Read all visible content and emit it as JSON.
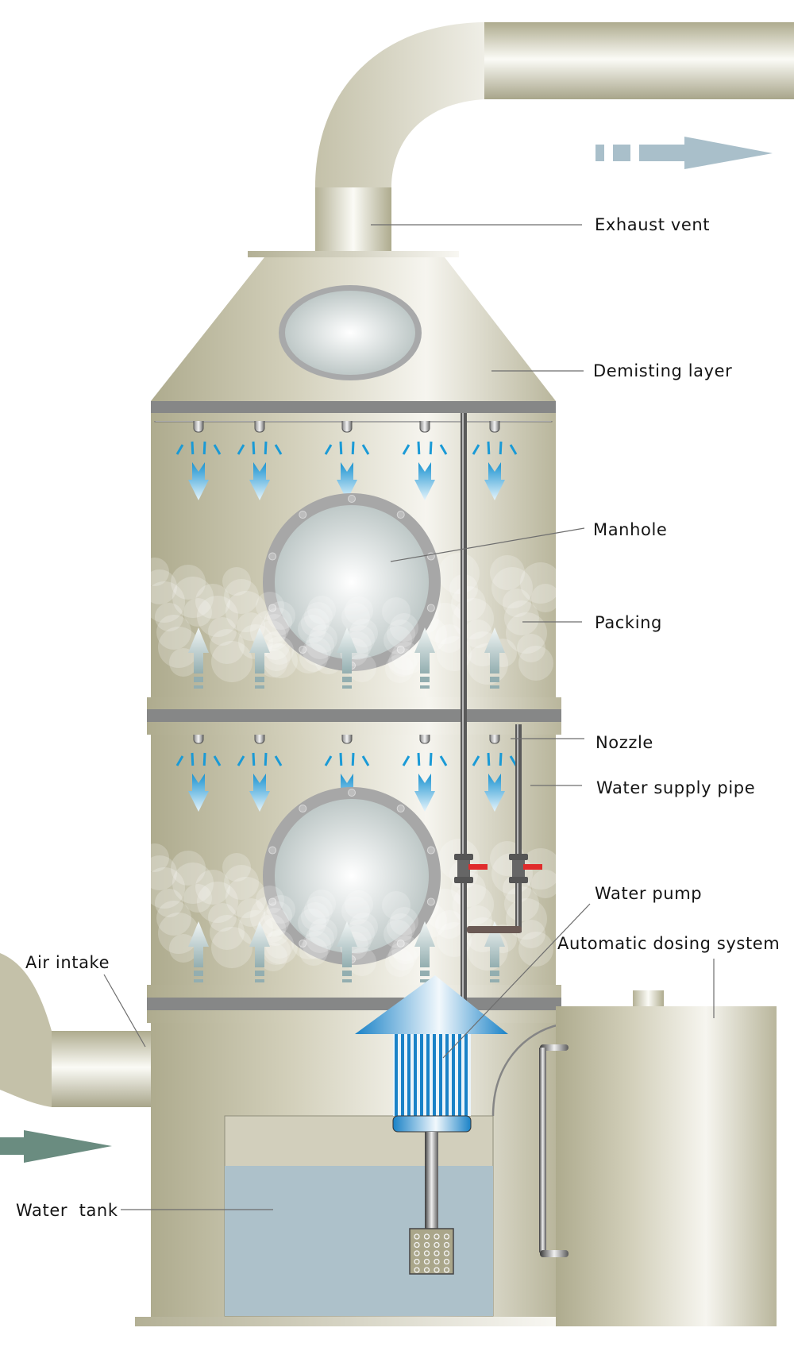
{
  "title": "Wet scrubber tower diagram",
  "labels": {
    "exhaust_vent": "Exhaust vent",
    "demisting_layer": "Demisting layer",
    "manhole": "Manhole",
    "packing": "Packing",
    "nozzle": "Nozzle",
    "water_supply_pipe": "Water supply pipe",
    "water_pump": "Water pump",
    "automatic_dosing_system": "Automatic dosing system",
    "air_intake": "Air intake",
    "water_tank": "Water  tank"
  },
  "flow": {
    "exhaust_direction": "right",
    "intake_direction": "right"
  },
  "colors": {
    "body": "#d4d1bd",
    "body_dark": "#aeab8e",
    "band": "#868787",
    "water": "#adc1ca",
    "spray": "#1a9ad6",
    "exhaust_arrow": "#a9bfca",
    "intake_arrow": "#6a8c80",
    "valve_handle": "#e02b2b"
  },
  "icons": {
    "exhaust_arrow": "dashed-arrow-right-icon",
    "intake_arrow": "arrow-right-icon",
    "spray_arrow": "arrow-down-icon",
    "air_arrow": "arrow-up-icon"
  }
}
